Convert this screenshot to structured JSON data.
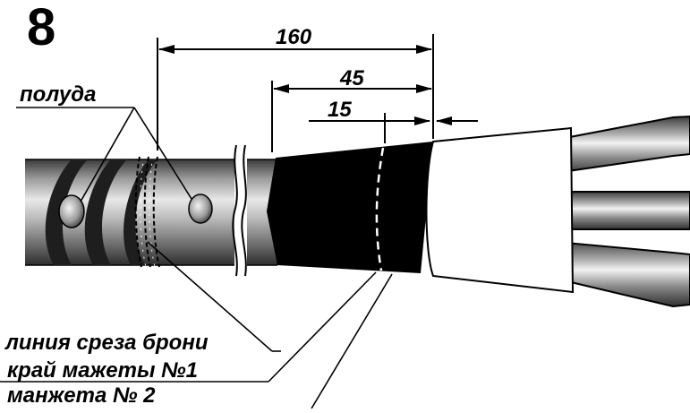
{
  "figure_number": "8",
  "dimensions": {
    "total": "160",
    "mid": "45",
    "short": "15"
  },
  "labels": {
    "tinning": "полуда",
    "armor_cut_line": "линия среза брони",
    "cuff1_edge": "край мажеты №1",
    "cuff2": "манжета № 2"
  },
  "colors": {
    "ink": "#000000",
    "cable_metal": "#8a8a8a",
    "cuff_black": "#000000",
    "cuff_white": "#ffffff"
  }
}
